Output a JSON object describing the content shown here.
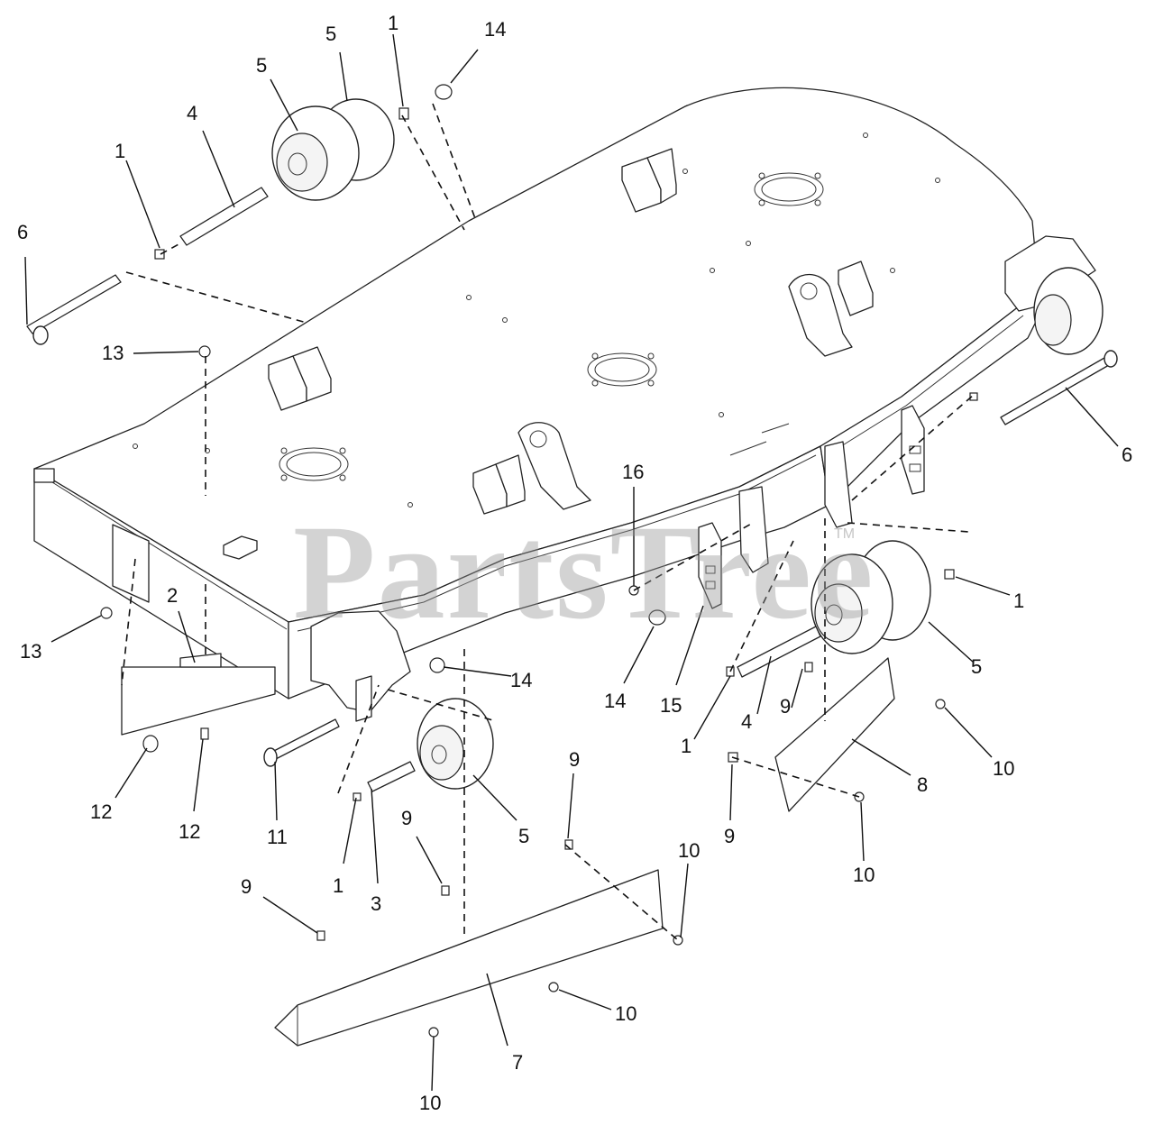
{
  "watermark": {
    "text": "PartsTree",
    "trademark": "TM"
  },
  "colors": {
    "line": "#222222",
    "watermark": "#969696"
  },
  "callouts": [
    {
      "id": "c1",
      "text": "1"
    },
    {
      "id": "c2",
      "text": "1"
    },
    {
      "id": "c3",
      "text": "1"
    },
    {
      "id": "c4",
      "text": "1"
    },
    {
      "id": "c5",
      "text": "1"
    },
    {
      "id": "c6",
      "text": "2"
    },
    {
      "id": "c7",
      "text": "3"
    },
    {
      "id": "c8",
      "text": "4"
    },
    {
      "id": "c9",
      "text": "4"
    },
    {
      "id": "c10",
      "text": "5"
    },
    {
      "id": "c11",
      "text": "5"
    },
    {
      "id": "c12",
      "text": "5"
    },
    {
      "id": "c13",
      "text": "5"
    },
    {
      "id": "c14",
      "text": "6"
    },
    {
      "id": "c15",
      "text": "6"
    },
    {
      "id": "c16",
      "text": "7"
    },
    {
      "id": "c17",
      "text": "8"
    },
    {
      "id": "c18",
      "text": "9"
    },
    {
      "id": "c19",
      "text": "9"
    },
    {
      "id": "c20",
      "text": "9"
    },
    {
      "id": "c21",
      "text": "9"
    },
    {
      "id": "c22",
      "text": "9"
    },
    {
      "id": "c23",
      "text": "10"
    },
    {
      "id": "c24",
      "text": "10"
    },
    {
      "id": "c25",
      "text": "10"
    },
    {
      "id": "c26",
      "text": "10"
    },
    {
      "id": "c27",
      "text": "10"
    },
    {
      "id": "c28",
      "text": "11"
    },
    {
      "id": "c29",
      "text": "12"
    },
    {
      "id": "c30",
      "text": "12"
    },
    {
      "id": "c31",
      "text": "13"
    },
    {
      "id": "c32",
      "text": "13"
    },
    {
      "id": "c33",
      "text": "14"
    },
    {
      "id": "c34",
      "text": "14"
    },
    {
      "id": "c35",
      "text": "14"
    },
    {
      "id": "c36",
      "text": "15"
    },
    {
      "id": "c37",
      "text": "16"
    }
  ]
}
